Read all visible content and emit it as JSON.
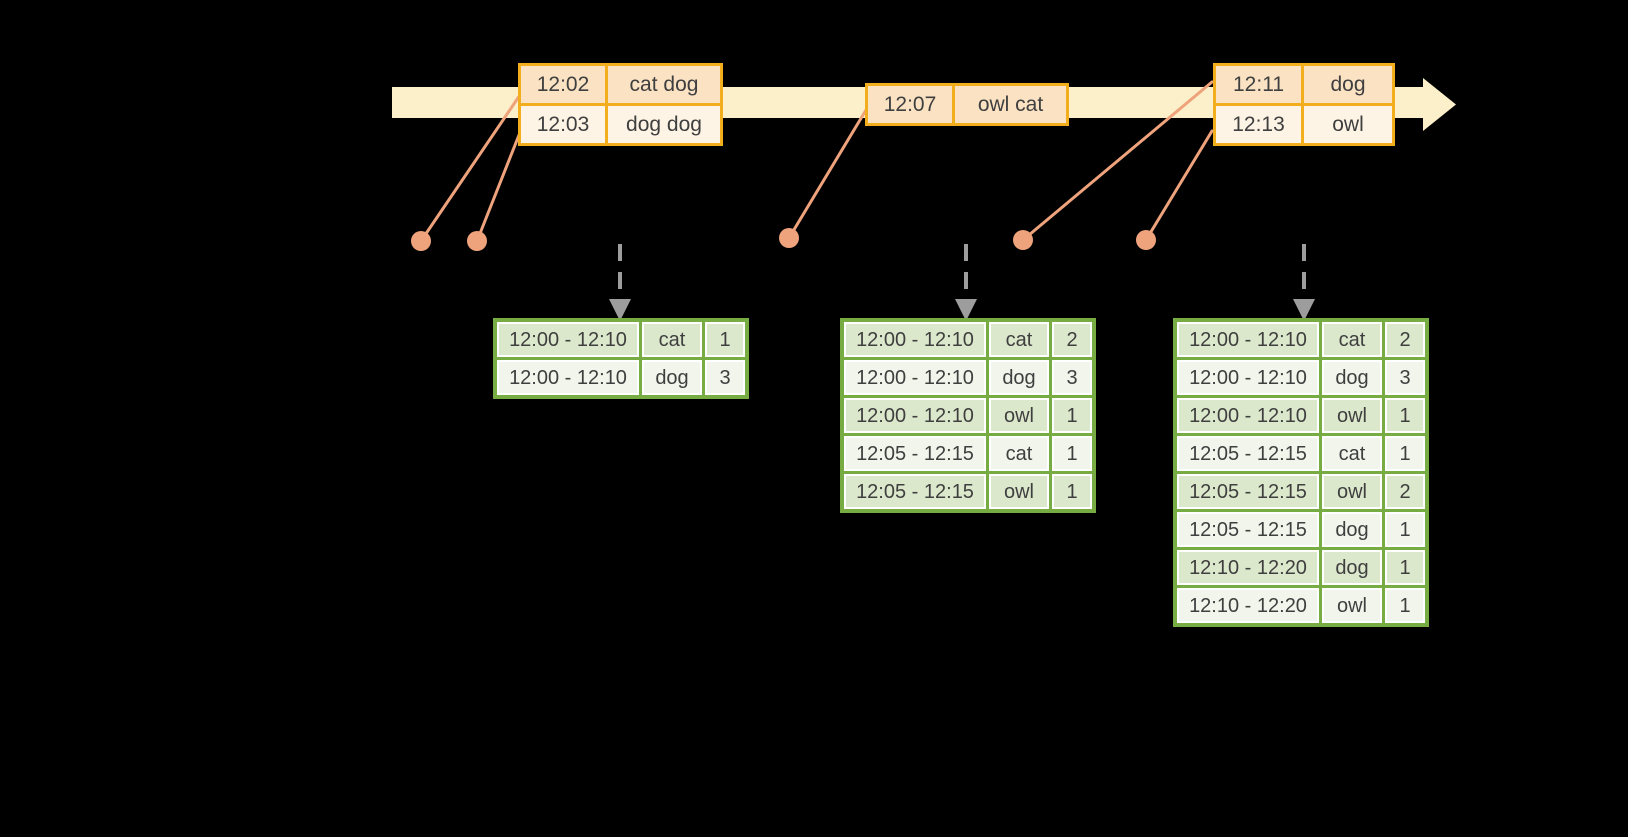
{
  "colors": {
    "background": "#000000",
    "text": "#3f3f3f",
    "timeline_band": "#fbf0c9",
    "event_border": "#f2ae1c",
    "event_fill_dark": "#fae2c3",
    "event_fill_light": "#fdf4e6",
    "event_dot": "#efa37c",
    "trigger_arrow": "#9d9d9d",
    "result_border": "#76ac42",
    "result_fill_dark": "#dce8cc",
    "result_fill_light": "#f1f5eb",
    "cell_inset": "#ffffff"
  },
  "event_tables": [
    {
      "rows": [
        {
          "time": "12:02",
          "words": "cat dog"
        },
        {
          "time": "12:03",
          "words": "dog dog"
        }
      ]
    },
    {
      "rows": [
        {
          "time": "12:07",
          "words": "owl cat"
        }
      ]
    },
    {
      "rows": [
        {
          "time": "12:11",
          "words": "dog"
        },
        {
          "time": "12:13",
          "words": "owl"
        }
      ]
    }
  ],
  "result_tables": [
    {
      "rows": [
        {
          "window": "12:00 - 12:10",
          "word": "cat",
          "count": 1
        },
        {
          "window": "12:00 - 12:10",
          "word": "dog",
          "count": 3
        }
      ]
    },
    {
      "rows": [
        {
          "window": "12:00 - 12:10",
          "word": "cat",
          "count": 2
        },
        {
          "window": "12:00 - 12:10",
          "word": "dog",
          "count": 3
        },
        {
          "window": "12:00 - 12:10",
          "word": "owl",
          "count": 1
        },
        {
          "window": "12:05 - 12:15",
          "word": "cat",
          "count": 1
        },
        {
          "window": "12:05 - 12:15",
          "word": "owl",
          "count": 1
        }
      ]
    },
    {
      "rows": [
        {
          "window": "12:00 - 12:10",
          "word": "cat",
          "count": 2
        },
        {
          "window": "12:00 - 12:10",
          "word": "dog",
          "count": 3
        },
        {
          "window": "12:00 - 12:10",
          "word": "owl",
          "count": 1
        },
        {
          "window": "12:05 - 12:15",
          "word": "cat",
          "count": 1
        },
        {
          "window": "12:05 - 12:15",
          "word": "owl",
          "count": 2
        },
        {
          "window": "12:05 - 12:15",
          "word": "dog",
          "count": 1
        },
        {
          "window": "12:10 - 12:20",
          "word": "dog",
          "count": 1
        },
        {
          "window": "12:10 - 12:20",
          "word": "owl",
          "count": 1
        }
      ]
    }
  ]
}
